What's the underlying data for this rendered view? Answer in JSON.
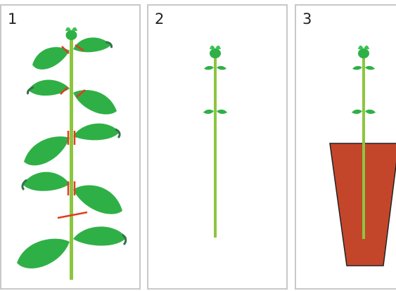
{
  "panels": [
    {
      "label": "1"
    },
    {
      "label": "2"
    },
    {
      "label": "3"
    }
  ],
  "colors": {
    "stem": "#8cc63f",
    "leaf": "#2fb046",
    "leaf_tip": "#33724a",
    "cut_mark": "#e53a1f",
    "pot": "#c4462a",
    "pot_outline": "#222222",
    "border": "#c8c8c8"
  }
}
